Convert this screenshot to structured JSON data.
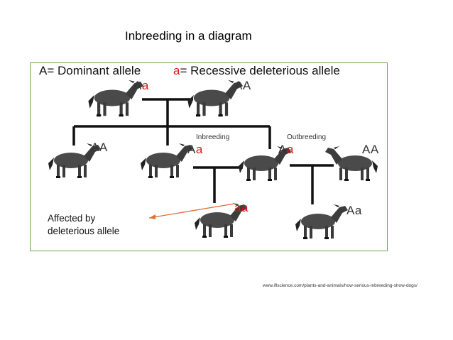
{
  "title": "Inbreeding in a diagram",
  "legend": {
    "dominant_key": "A",
    "dominant_text": "= Dominant allele",
    "recessive_key": "a",
    "recessive_text": "= Recessive deleterious allele"
  },
  "genotypes": {
    "g1": {
      "upper": "A",
      "lower": "a"
    },
    "g2": {
      "upper": "AA",
      "lower": ""
    },
    "g3": {
      "upper": "AA",
      "lower": ""
    },
    "g4": {
      "upper": "A",
      "lower": "a"
    },
    "g5": {
      "upper": "A",
      "lower": "a"
    },
    "g6": {
      "upper": "AA",
      "lower": ""
    },
    "g7": {
      "upper": "",
      "lower": "aa"
    },
    "g8": {
      "upper": "Aa",
      "lower": ""
    }
  },
  "labels": {
    "inbreeding": "Inbreeding",
    "outbreeding": "Outbreeding"
  },
  "annotation": {
    "line1": "Affected by",
    "line2": "deleterious allele"
  },
  "source_url": "www.iflscience.com/plants-and-animals/how-serious-inbreeding-show-dogs/",
  "colors": {
    "recessive": "#d01c1c",
    "border": "#6aa84f",
    "arrow": "#e07030"
  }
}
